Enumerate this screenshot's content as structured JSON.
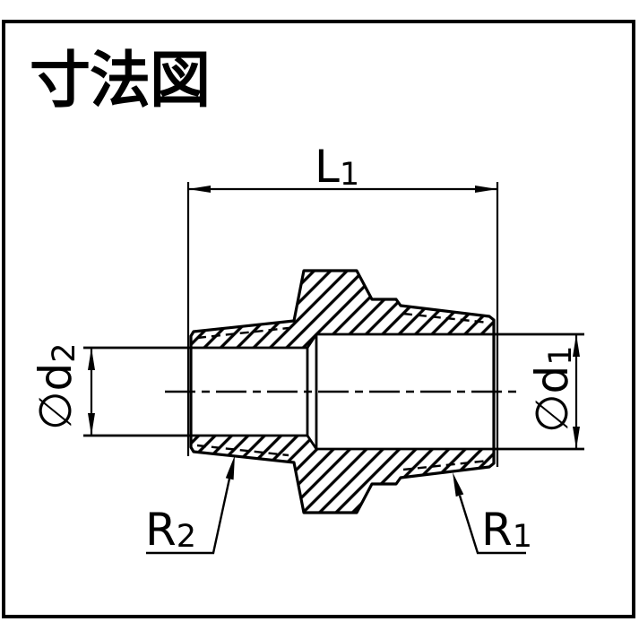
{
  "page": {
    "background": "#ffffff",
    "ink_color": "#000000",
    "frame_color": "#000000"
  },
  "title": "寸法図",
  "drawing": {
    "subject": "pipe reducing nipple cross-section with taper threads and hex body",
    "labels": {
      "length": {
        "main": "L",
        "sub": "1"
      },
      "left_bore_diameter": {
        "main": "∅d",
        "sub": "2"
      },
      "right_bore_diameter": {
        "main": "∅d",
        "sub": "1"
      },
      "left_thread": {
        "main": "R",
        "sub": "2"
      },
      "right_thread": {
        "main": "R",
        "sub": "1"
      }
    }
  }
}
